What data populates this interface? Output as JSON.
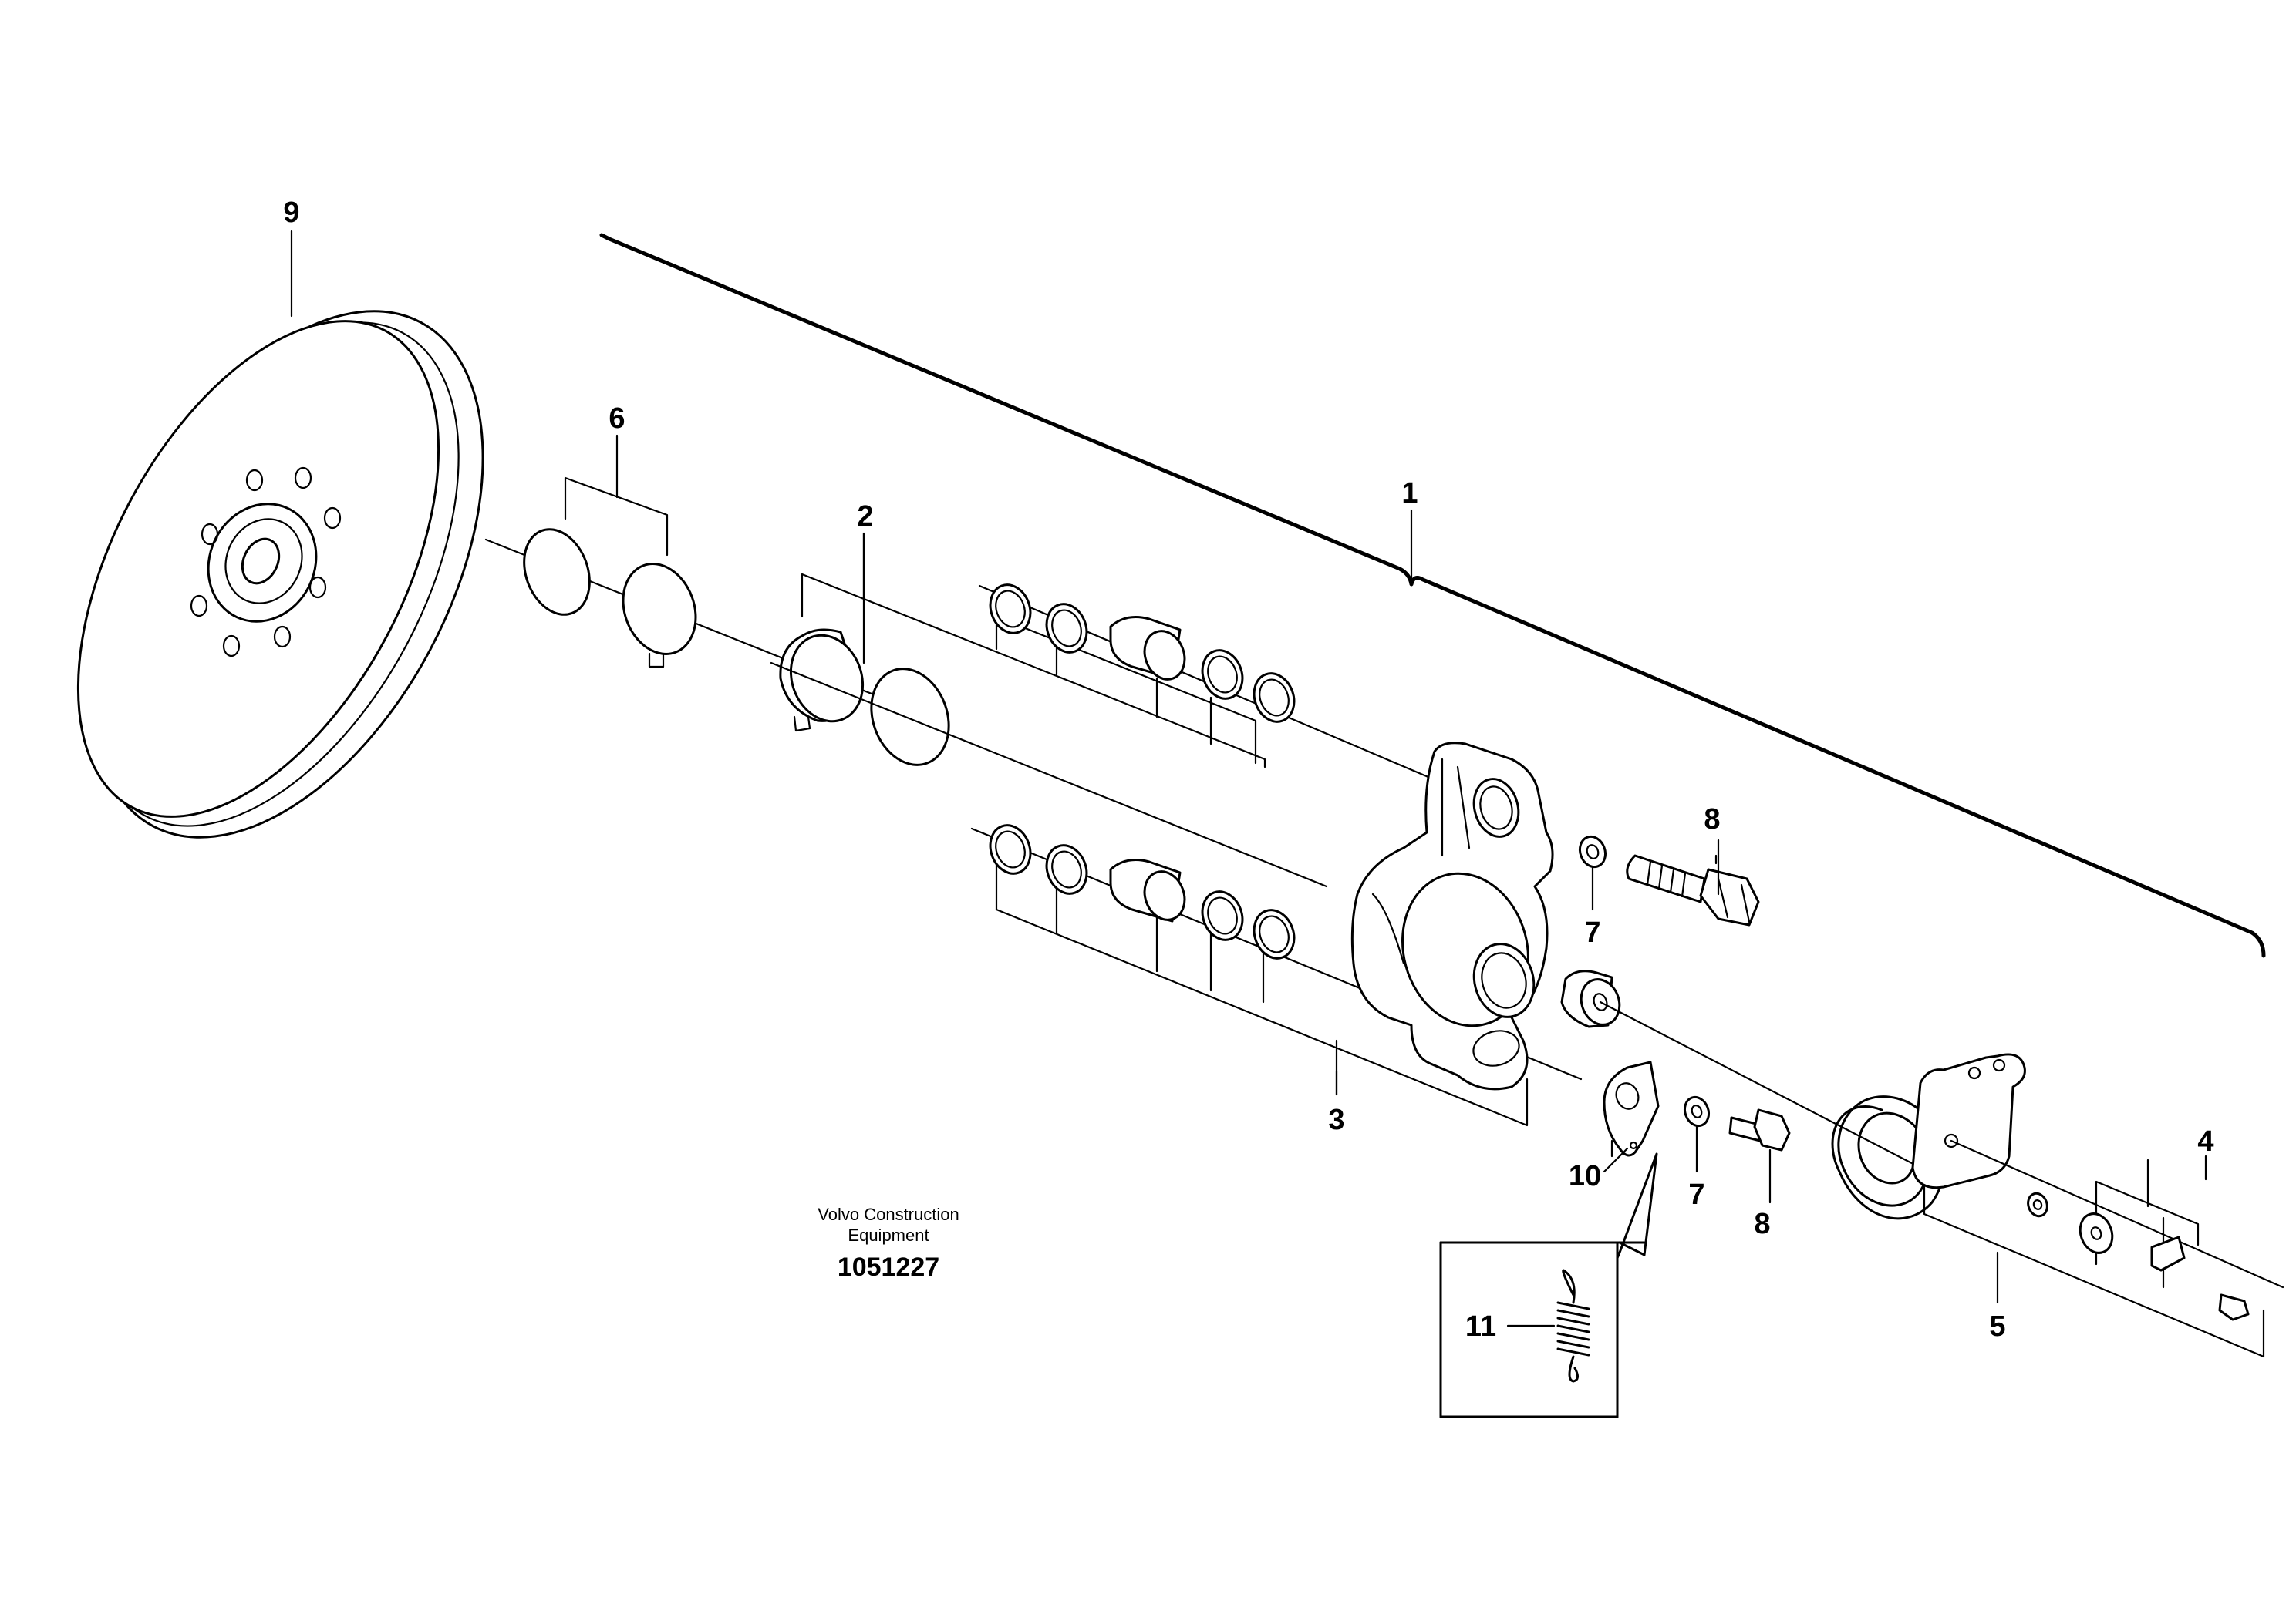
{
  "callouts": {
    "c1": "1",
    "c2": "2",
    "c3": "3",
    "c4": "4",
    "c5": "5",
    "c6": "6",
    "c7a": "7",
    "c7b": "7",
    "c8a": "8",
    "c8b": "8",
    "c9": "9",
    "c10": "10",
    "c11": "11"
  },
  "credit": {
    "line1": "Volvo Construction",
    "line2": "Equipment",
    "document_number": "1051227"
  }
}
